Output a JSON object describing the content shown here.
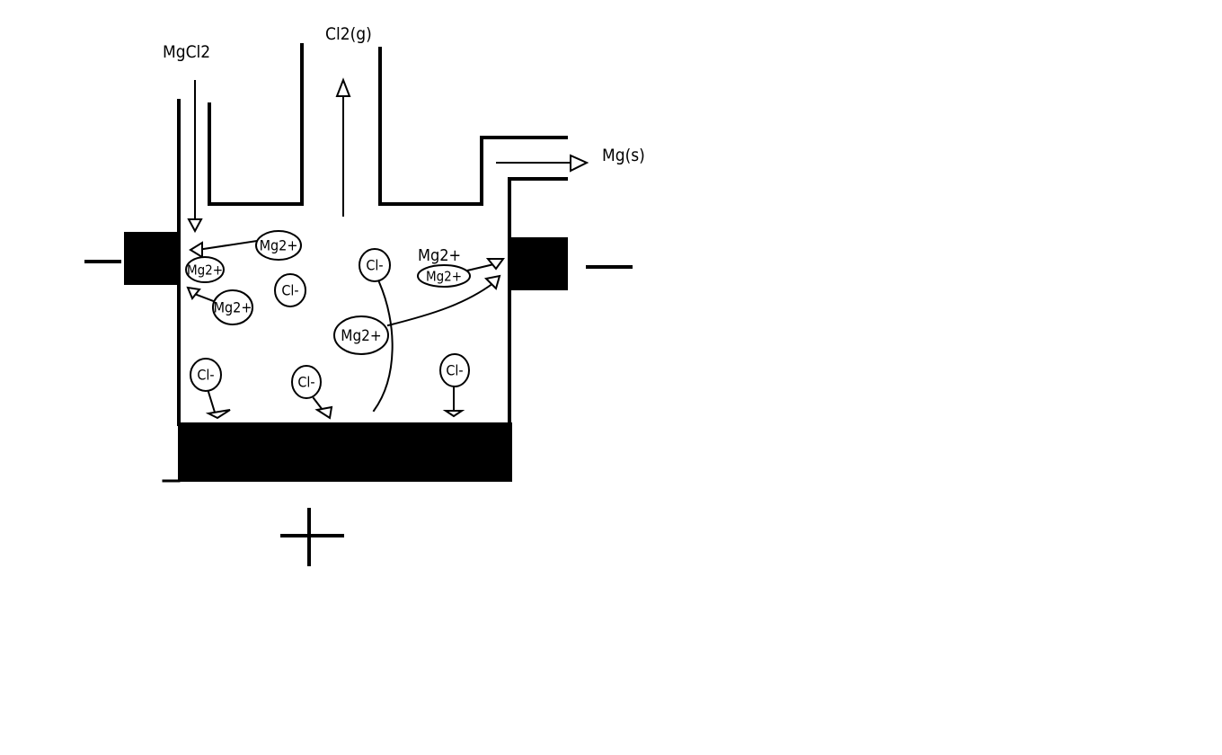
{
  "labels": {
    "input": "MgCl2",
    "gas_output": "Cl2(g)",
    "metal_output": "Mg(s)",
    "loose_ion": "Mg2+"
  },
  "electrodes": {
    "cathode_sign_left": "—",
    "cathode_sign_right": "—",
    "anode_sign": "+"
  },
  "ions": [
    {
      "label": "Mg2+"
    },
    {
      "label": "Mg2+"
    },
    {
      "label": "Mg2+"
    },
    {
      "label": "Cl-"
    },
    {
      "label": "Cl-"
    },
    {
      "label": "Mg2+"
    },
    {
      "label": "Mg2+"
    },
    {
      "label": "Cl-"
    },
    {
      "label": "Cl-"
    },
    {
      "label": "Cl-"
    }
  ],
  "colors": {
    "ink": "#000000",
    "background": "#ffffff"
  }
}
